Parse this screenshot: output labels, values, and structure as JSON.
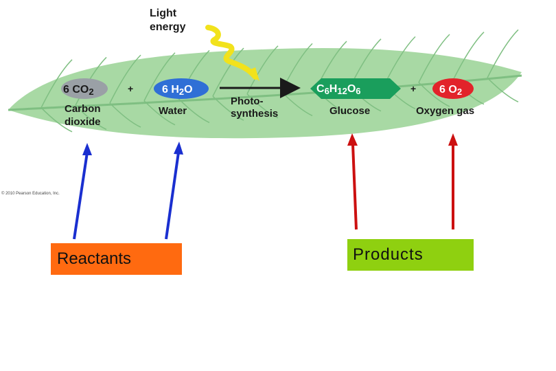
{
  "light_label": [
    "Light",
    "energy"
  ],
  "reactants": [
    {
      "coef": "6",
      "formula": [
        [
          "CO",
          false
        ],
        [
          "2",
          true
        ]
      ],
      "name_lines": [
        "Carbon",
        "dioxide"
      ],
      "color": "#9aa0a6"
    },
    {
      "coef": "6",
      "formula": [
        [
          "H",
          false
        ],
        [
          "2",
          true
        ],
        [
          "O",
          false
        ]
      ],
      "name_lines": [
        "Water"
      ],
      "color": "#2f6fd6"
    }
  ],
  "process_label": [
    "Photo-",
    "synthesis"
  ],
  "products": [
    {
      "formula": [
        [
          "C",
          false
        ],
        [
          "6",
          true
        ],
        [
          "H",
          false
        ],
        [
          "12",
          true
        ],
        [
          "O",
          false
        ],
        [
          "6",
          true
        ]
      ],
      "name_lines": [
        "Glucose"
      ],
      "color": "#1a9e5c"
    },
    {
      "coef": "6",
      "formula": [
        [
          "O",
          false
        ],
        [
          "2",
          true
        ]
      ],
      "name_lines": [
        "Oxygen gas"
      ],
      "color": "#e2232a"
    }
  ],
  "plus_sign": "+",
  "copyright": "© 2010 Pearson Education, Inc.",
  "reactants_label": "Reactants",
  "products_label": "Products",
  "colors": {
    "leaf": "#a8d9a4",
    "leaf_vein": "#7fbf82",
    "lightning": "#f2e21c",
    "reactant_arrow": "#1a2fd0",
    "product_arrow": "#cc1010",
    "reactants_box": "#ff6a10",
    "products_box": "#8fd010"
  }
}
